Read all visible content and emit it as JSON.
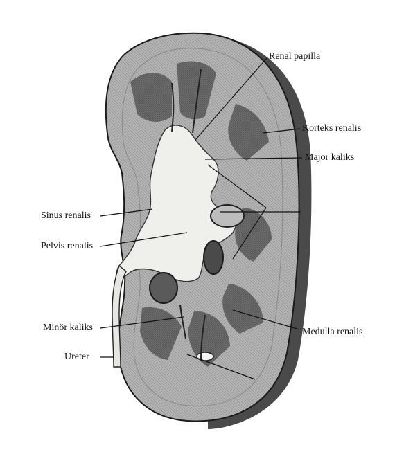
{
  "labels": {
    "renal_papilla": "Renal papilla",
    "korteks_renalis": "Korteks renalis",
    "major_kaliks": "Major kaliks",
    "sinus_renalis": "Sinus renalis",
    "pelvis_renalis": "Pelvis renalis",
    "minor_kaliks": "Minör kaliks",
    "ureter": "Üreter",
    "medulla_renalis": "Medulla renalis"
  },
  "colors": {
    "cortex": "#b9b9b9",
    "medulla": "#6f6f6f",
    "sinus": "#f0f0ee",
    "calyx_hole": "#4a4a4a",
    "outline": "#1a1a1a",
    "leader": "#111111"
  }
}
